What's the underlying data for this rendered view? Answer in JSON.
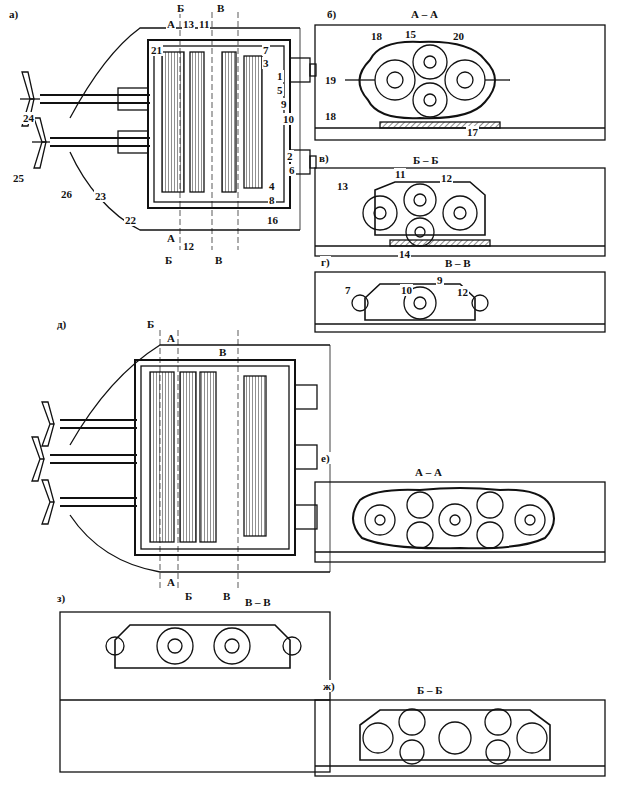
{
  "diagram": {
    "labels": [
      "а)",
      "Б",
      "В",
      "А",
      "13",
      "11",
      "21",
      "7",
      "3",
      "1",
      "5",
      "9",
      "10",
      "24",
      "25",
      "26",
      "23",
      "22",
      "2",
      "6",
      "4",
      "8",
      "16",
      "А",
      "12",
      "Б",
      "В",
      "б)",
      "А – А",
      "18",
      "15",
      "20",
      "19",
      "18",
      "17",
      "в)",
      "Б – Б",
      "13",
      "11",
      "12",
      "14",
      "г)",
      "В – В",
      "7",
      "10",
      "9",
      "12",
      "д)",
      "Б",
      "А",
      "В",
      "е)",
      "А – А",
      "з)",
      "Б",
      "А",
      "В",
      "В – В",
      "ж)",
      "Б – Б"
    ]
  }
}
